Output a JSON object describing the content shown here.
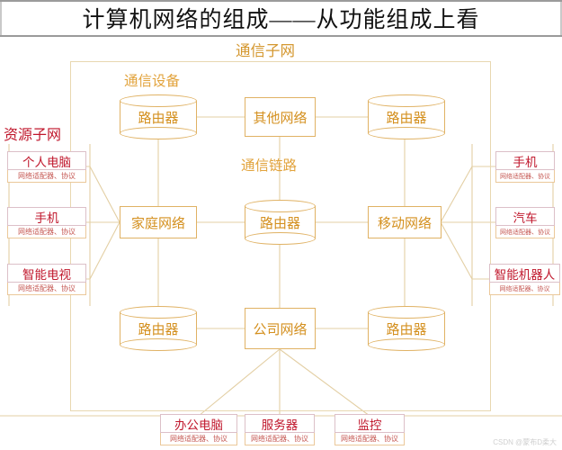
{
  "page": {
    "title": "计算机网络的组成——从功能组成上看",
    "watermark": "CSDN @蒙布D柔大"
  },
  "captions": {
    "comm_subnet": "通信子网",
    "comm_device": "通信设备",
    "comm_link": "通信链路",
    "resource_subnet": "资源子网"
  },
  "nodes": {
    "router_top_left": "路由器",
    "other_network": "其他网络",
    "router_top_right": "路由器",
    "home_network": "家庭网络",
    "router_center": "路由器",
    "mobile_network": "移动网络",
    "router_bottom_left": "路由器",
    "company_network": "公司网络",
    "router_bottom_right": "路由器"
  },
  "hosts": {
    "sub_label": "网络适配器、协议",
    "left": [
      {
        "name": "个人电脑",
        "sub": "网络适配器、协议"
      },
      {
        "name": "手机",
        "sub": "网络适配器、协议"
      },
      {
        "name": "智能电视",
        "sub": "网络适配器、协议"
      }
    ],
    "right": [
      {
        "name": "手机",
        "sub": "网络适配器、协议"
      },
      {
        "name": "汽车",
        "sub": "网络适配器、协议"
      },
      {
        "name": "智能机器人",
        "sub": "网络适配器、协议"
      }
    ],
    "bottom": [
      {
        "name": "办公电脑",
        "sub": "网络适配器、协议"
      },
      {
        "name": "服务器",
        "sub": "网络适配器、协议"
      },
      {
        "name": "监控",
        "sub": "网络适配器、协议"
      }
    ]
  },
  "colors": {
    "link": "#e3cfa4",
    "node_border": "#e0b264",
    "node_text": "#d4901f",
    "caption_orange": "#e2a33c",
    "host_border": "#dcc0c8",
    "host_text": "#c0172c",
    "sub_border": "#ebc89a",
    "sub_text": "#c65a55",
    "frame_gray": "#9b9b9b"
  }
}
